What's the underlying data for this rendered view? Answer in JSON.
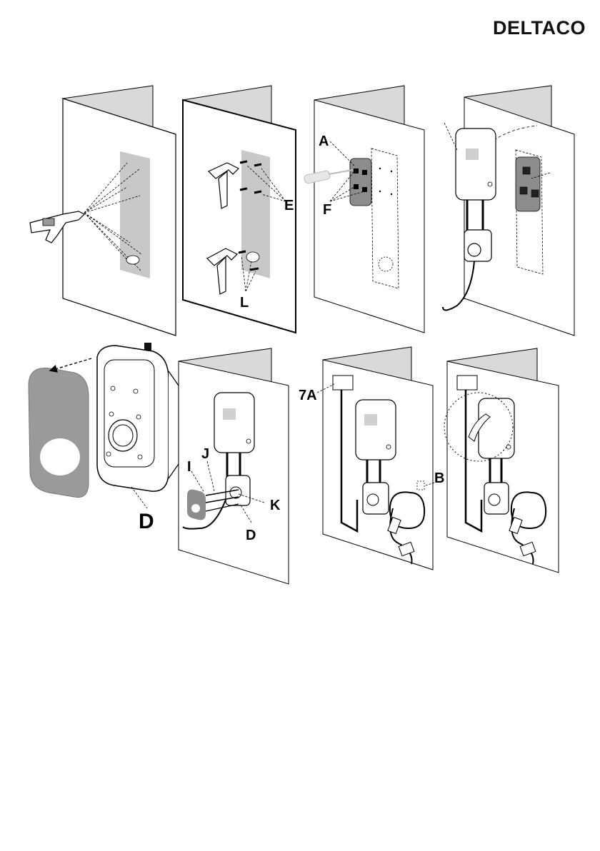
{
  "brand": {
    "name": "DELTACO"
  },
  "labels": {
    "a": "A",
    "e": "E",
    "f": "F",
    "l": "L",
    "d_large": "D",
    "i": "I",
    "j": "J",
    "k": "K",
    "d_small": "D",
    "seven_a": "7A",
    "b": "B"
  },
  "colors": {
    "panel_gray": "#9a9a9a",
    "plate_gray": "#8c8c8c",
    "wall_gray": "#d9d9d9"
  }
}
